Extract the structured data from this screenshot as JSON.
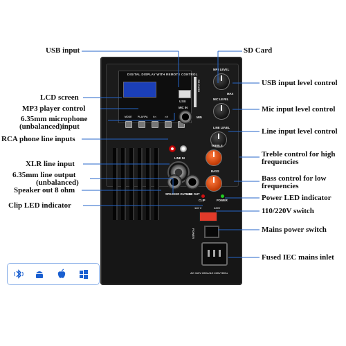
{
  "panel": {
    "display_title": "DIGITAL DISPLAY WITH REMOTE CONTROL",
    "usb_label": "USB",
    "sd_label": "SD CARD",
    "mp3_buttons": [
      "MODE",
      "PLAY/PA",
      "I<<",
      ">>I",
      ""
    ],
    "mic_in": "MIC IN",
    "line_in": "LINE IN",
    "speaker_out": "SPEAKER OUT 8Ω",
    "line_out": "LINE OUT",
    "knobs": {
      "mp3_level": "MP3 LEVEL",
      "mic_level": "MIC LEVEL",
      "line_level": "LINE LEVEL",
      "treble": "TREBLE",
      "bass": "BASS"
    },
    "clip": "CLIP",
    "power_led": "POWER",
    "voltage_left": "110 V",
    "voltage_right": "220V",
    "power": "POWER",
    "min": "MIN",
    "max": "MAX",
    "mains_rating": "AC 110V 60Hz/AC 220V 50Hz"
  },
  "labels": {
    "usb_input": "USB input",
    "sd_card": "SD Card",
    "lcd_screen": "LCD screen",
    "usb_input_level": "USB input level control",
    "mp3_player_control": "MP3 player control",
    "mic_jack_line1": "6.35mm microphone",
    "mic_jack_line2": "(unbalanced)input",
    "mic_input_level": "Mic input level control",
    "line_input_level": "Line input level control",
    "rca_inputs": "RCA phone line inputs",
    "treble_line1": "Treble control for high",
    "treble_line2": "frequencies",
    "xlr_line_input": "XLR line input",
    "bass_line1": "Bass control for low",
    "bass_line2": "frequencies",
    "line_output_line1": "6.35mm line output",
    "line_output_line2": "(unbalanced)",
    "power_led": "Power LED indicator",
    "speaker_out": "Speaker out 8 ohm",
    "clip_led": "Clip LED indicator",
    "voltage_switch": "110/220V switch",
    "mains_switch": "Mains power switch",
    "iec_inlet": "Fused IEC mains inlet"
  },
  "icons": [
    "bluetooth-icon",
    "android-icon",
    "apple-icon",
    "windows-icon"
  ],
  "colors": {
    "leader": "#2666c8",
    "lcd": "#1b3fb8",
    "knob_orange": "#e2561a",
    "switch_red": "#e23a2a"
  }
}
